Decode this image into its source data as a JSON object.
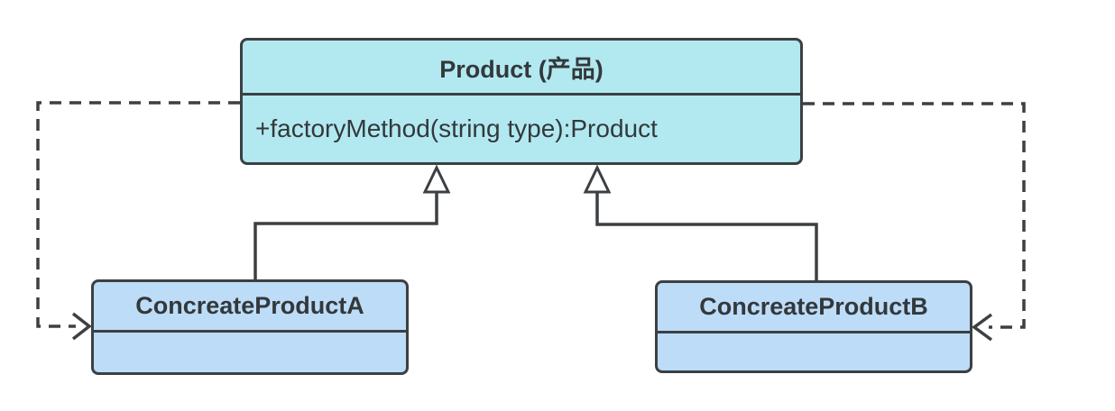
{
  "classes": {
    "product": {
      "name": "Product (产品)",
      "method": "+factoryMethod(string type):Product"
    },
    "concrete_a": {
      "name": "ConcreateProductA",
      "method": ""
    },
    "concrete_b": {
      "name": "ConcreateProductB",
      "method": ""
    }
  },
  "colors": {
    "product_fill": "#b2e9f1",
    "concrete_fill": "#bddcf7",
    "stroke": "#3c4043",
    "text": "#33383b",
    "background": "#ffffff"
  },
  "relationships": [
    {
      "type": "inheritance",
      "from": "ConcreateProductA",
      "to": "Product (产品)",
      "style": "solid-line-hollow-triangle"
    },
    {
      "type": "inheritance",
      "from": "ConcreateProductB",
      "to": "Product (产品)",
      "style": "solid-line-hollow-triangle"
    },
    {
      "type": "dependency",
      "from": "Product (产品)",
      "to": "ConcreateProductA",
      "style": "dashed-line-open-arrow"
    },
    {
      "type": "dependency",
      "from": "Product (产品)",
      "to": "ConcreateProductB",
      "style": "dashed-line-open-arrow"
    }
  ]
}
